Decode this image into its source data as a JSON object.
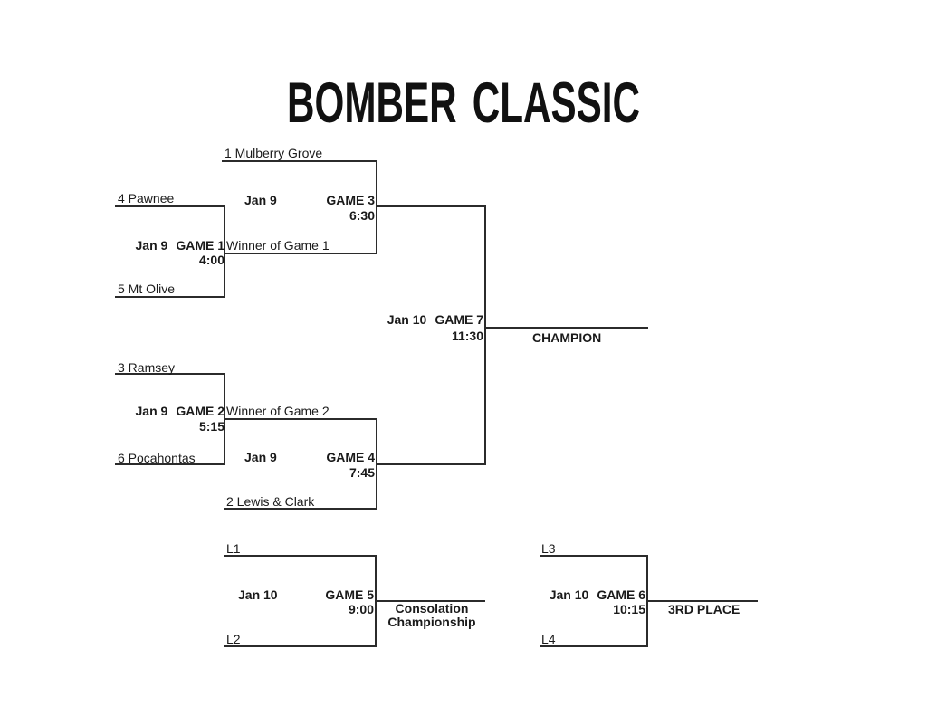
{
  "title": "BOMBER CLASSIC",
  "teams": {
    "seed1": "1 Mulberry Grove",
    "seed2": "2 Lewis & Clark",
    "seed3": "3 Ramsey",
    "seed4": "4 Pawnee",
    "seed5": "5 Mt Olive",
    "seed6": "6 Pocahontas"
  },
  "advancers": {
    "winner_game1": "Winner of Game 1",
    "winner_game2": "Winner of Game 2",
    "loser1": "L1",
    "loser2": "L2",
    "loser3": "L3",
    "loser4": "L4"
  },
  "games": {
    "game1": {
      "date": "Jan 9",
      "name": "GAME 1",
      "time": "4:00"
    },
    "game2": {
      "date": "Jan 9",
      "name": "GAME 2",
      "time": "5:15"
    },
    "game3": {
      "date": "Jan 9",
      "name": "GAME 3",
      "time": "6:30"
    },
    "game4": {
      "date": "Jan 9",
      "name": "GAME 4",
      "time": "7:45"
    },
    "game5": {
      "date": "Jan 10",
      "name": "GAME 5",
      "time": "9:00"
    },
    "game6": {
      "date": "Jan 10",
      "name": "GAME 6",
      "time": "10:15"
    },
    "game7": {
      "date": "Jan 10",
      "name": "GAME 7",
      "time": "11:30"
    }
  },
  "finals": {
    "champion": "CHAMPION",
    "consolation_line1": "Consolation",
    "consolation_line2": "Championship",
    "third_place": "3RD PLACE"
  },
  "colors": {
    "line": "#2b2b2b",
    "text": "#1a1a1a",
    "background": "#ffffff"
  }
}
